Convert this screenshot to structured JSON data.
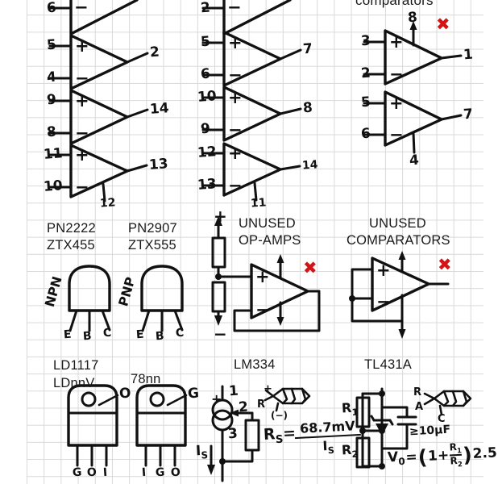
{
  "page": {
    "title": "Hand-drawn electronics reference sheet on graph paper",
    "ink_color": "#111111",
    "grid_color": "#d9d9d9",
    "red_mark_color": "#d21414",
    "paper_color": "#ffffff"
  },
  "top_section": {
    "partial_heading": "comparators",
    "opamp_columns": [
      {
        "column": "left",
        "blocks": [
          {
            "plus_pin": "",
            "minus_pin": "6",
            "out_pin": "",
            "bottom_pin": "",
            "partial": true
          },
          {
            "plus_pin": "5",
            "minus_pin": "4",
            "out_pin": "2",
            "bottom_pin": ""
          },
          {
            "plus_pin": "9",
            "minus_pin": "8",
            "out_pin": "14",
            "bottom_pin": ""
          },
          {
            "plus_pin": "11",
            "minus_pin": "10",
            "out_pin": "13",
            "bottom_pin": "12"
          }
        ]
      },
      {
        "column": "middle",
        "blocks": [
          {
            "plus_pin": "",
            "minus_pin": "2",
            "out_pin": "",
            "bottom_pin": "",
            "partial": true
          },
          {
            "plus_pin": "5",
            "minus_pin": "6",
            "out_pin": "7",
            "bottom_pin": ""
          },
          {
            "plus_pin": "10",
            "minus_pin": "9",
            "out_pin": "8",
            "bottom_pin": ""
          },
          {
            "plus_pin": "12",
            "minus_pin": "13",
            "out_pin": "14",
            "bottom_pin": "11"
          }
        ]
      },
      {
        "column": "right",
        "blocks": [
          {
            "plus_pin": "3",
            "minus_pin": "2",
            "out_pin": "1",
            "top_pin": "8"
          },
          {
            "plus_pin": "5",
            "minus_pin": "6",
            "out_pin": "7",
            "bottom_pin": "4"
          }
        ]
      }
    ],
    "red_x": "✖"
  },
  "middle_section": {
    "transistors": [
      {
        "part_line1": "PN2222",
        "part_line2": "ZTX455",
        "type_label": "NPN",
        "pins": [
          "E",
          "B",
          "C"
        ]
      },
      {
        "part_line1": "PN2907",
        "part_line2": "ZTX555",
        "type_label": "PNP",
        "pins": [
          "E",
          "B",
          "C"
        ]
      }
    ],
    "unused_opamps": {
      "heading_line1": "UNUSED",
      "heading_line2": "OP-AMPS",
      "plus_rail": "+",
      "minus_rail": "−",
      "input_plus": "+",
      "input_minus": "−",
      "red_x": "✖"
    },
    "unused_comparators": {
      "heading_line1": "UNUSED",
      "heading_line2": "COMPARATORS",
      "input_plus": "+",
      "input_minus": "−",
      "red_x": "✖"
    }
  },
  "bottom_section": {
    "regulators": [
      {
        "part_line1": "LD1117",
        "part_line2": "LDnnV",
        "tab_callout": "O",
        "pins": [
          "G",
          "O",
          "I"
        ]
      },
      {
        "part_line1": "78nn",
        "part_line2": "",
        "tab_callout": "G",
        "pins": [
          "I",
          "G",
          "O"
        ]
      }
    ],
    "lm334": {
      "title": "LM334",
      "pin_top": "1",
      "pin_mid": "2",
      "pin_bottom": "3",
      "current_label": "I",
      "current_sub": "S",
      "pkg_plus": "+",
      "pkg_r": "R",
      "pkg_minus": "(−)",
      "formula_lhs": "R",
      "formula_lhs_sub": "S",
      "formula_eq": "=",
      "formula_num": "68.7mV",
      "formula_den": "I",
      "formula_den_sub": "S"
    },
    "tl431a": {
      "title": "TL431A",
      "r1_label": "R",
      "r1_sub": "1",
      "r2_label": "R",
      "r2_sub": "2",
      "cap_label": "≥10µF",
      "pkg_r": "R",
      "pkg_a": "A",
      "pkg_c": "C",
      "formula": "V₀ = (1 + R₁/R₂) 2.5",
      "formula_vo": "V",
      "formula_vo_sub": "0",
      "formula_eq": "=",
      "formula_open": "(",
      "formula_one_plus": "1+",
      "formula_num": "R",
      "formula_num_sub": "1",
      "formula_den": "R",
      "formula_den_sub": "2",
      "formula_close": ")",
      "formula_tail": "2.5"
    }
  }
}
